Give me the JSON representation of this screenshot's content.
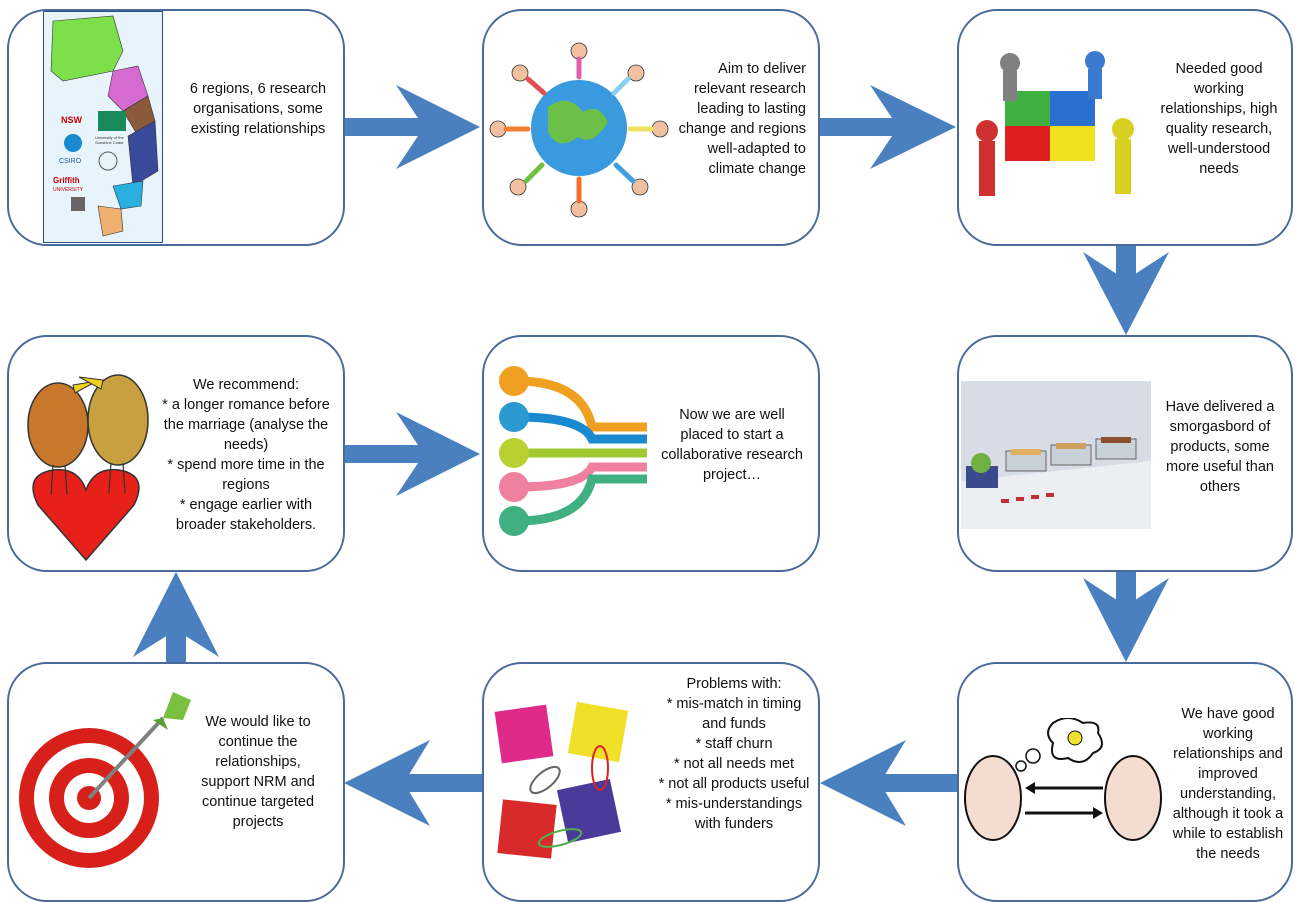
{
  "colors": {
    "border": "#4a6a9a",
    "arrow": "#4a7fc0"
  },
  "boxes": {
    "b1": {
      "text": "6 regions, 6 research organisations, some existing relationships",
      "image": "regions-map-with-logos"
    },
    "b2": {
      "text": "Aim to deliver relevant research leading to lasting change and regions well-adapted to climate change",
      "image": "children-around-globe"
    },
    "b3": {
      "text": "Needed good working relationships, high quality research, well-understood needs",
      "image": "people-joining-puzzle"
    },
    "b4": {
      "text": "We recommend:\n* a longer romance before the marriage (analyse the needs)\n* spend more time in the regions\n* engage earlier with broader stakeholders.",
      "image": "kissing-birds-on-heart"
    },
    "b5": {
      "text": "Now we are well placed to start a collaborative research project…",
      "image": "people-converging-arrows"
    },
    "b6": {
      "text": "Have delivered a smorgasbord of products, some more useful than others",
      "image": "buffet-table"
    },
    "b7": {
      "text": "We would like to continue the relationships, support NRM and continue targeted projects",
      "image": "dart-in-target"
    },
    "b8": {
      "text": "Problems with:\n* mis-match in timing and funds\n* staff churn\n* not all needs met\n* not all products useful\n* mis-understandings with funders",
      "image": "puzzle-pieces-with-paperclips"
    },
    "b9": {
      "text": "We have good working relationships and improved understanding, although it took a while to establish the needs",
      "image": "two-faces-exchanging-idea"
    }
  },
  "map_logos": [
    "NSW",
    "CSIRO",
    "Griffith UNIVERSITY",
    "University of the Sunshine Coast"
  ]
}
